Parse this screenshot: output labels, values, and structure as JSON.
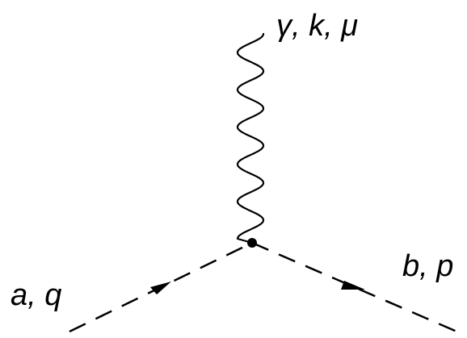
{
  "labels": {
    "photon": "γ, k, μ",
    "incoming": "a, q",
    "outgoing": "b, p"
  },
  "colors": {
    "line": "#000000",
    "background": "#ffffff"
  }
}
